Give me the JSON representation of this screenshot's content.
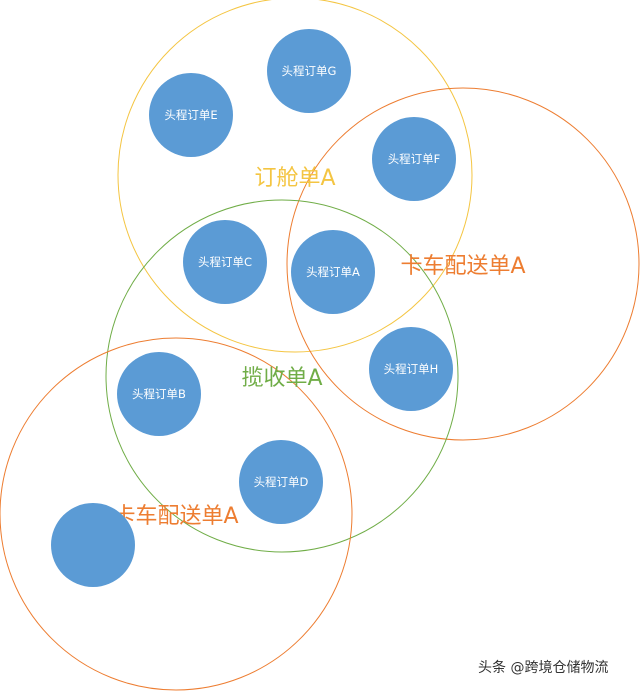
{
  "colors": {
    "node_fill": "#5b9bd5",
    "booking_group": "#f4c542",
    "truck_group": "#ed7d31",
    "pickup_group": "#70ad47"
  },
  "groups": {
    "booking_a": {
      "label": "订舱单A",
      "color": "#f4c542"
    },
    "truck_a_upper": {
      "label": "卡车配送单A",
      "color": "#ed7d31"
    },
    "pickup_a": {
      "label": "揽收单A",
      "color": "#70ad47"
    },
    "truck_a_lower": {
      "label": "卡车配送单A",
      "color": "#ed7d31"
    }
  },
  "nodes": {
    "g": "头程订单G",
    "e": "头程订单E",
    "f": "头程订单F",
    "c": "头程订单C",
    "a": "头程订单A",
    "h": "头程订单H",
    "b": "头程订单B",
    "d": "头程订单D",
    "unlabeled": ""
  },
  "watermark": "头条 @跨境仓储物流"
}
